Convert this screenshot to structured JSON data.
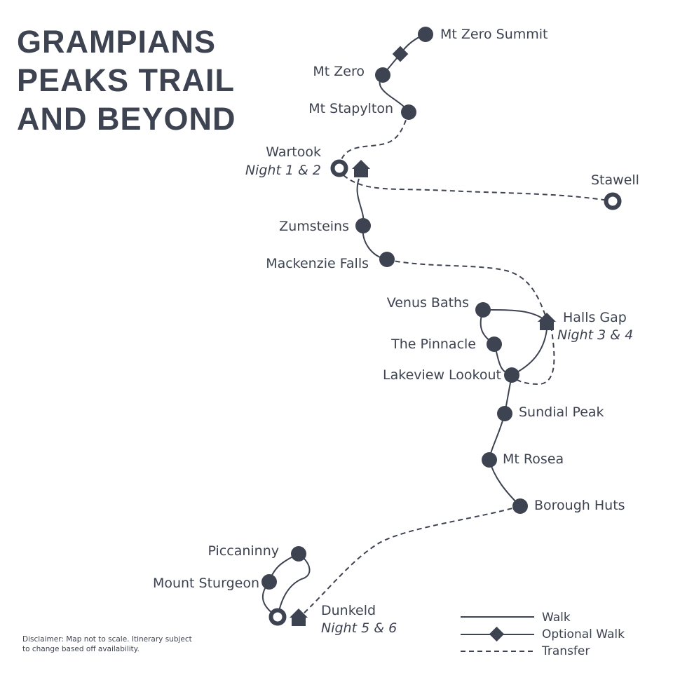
{
  "title": {
    "line1": "GRAMPIANS",
    "line2": "PEAKS TRAIL",
    "line3": "AND BEYOND"
  },
  "stops": {
    "mt_zero_summit": "Mt Zero Summit",
    "mt_zero": "Mt Zero",
    "mt_stapylton": "Mt Stapylton",
    "wartook": "Wartook",
    "wartook_night": "Night 1 & 2",
    "stawell": "Stawell",
    "zumsteins": "Zumsteins",
    "mackenzie_falls": "Mackenzie Falls",
    "venus_baths": "Venus Baths",
    "halls_gap": "Halls Gap",
    "halls_gap_night": "Night 3 & 4",
    "the_pinnacle": "The Pinnacle",
    "lakeview_lookout": "Lakeview Lookout",
    "sundial_peak": "Sundial Peak",
    "mt_rosea": "Mt Rosea",
    "borough_huts": "Borough Huts",
    "piccaninny": "Piccaninny",
    "mount_sturgeon": "Mount Sturgeon",
    "dunkeld": "Dunkeld",
    "dunkeld_night": "Night 5 & 6"
  },
  "legend": {
    "walk": "Walk",
    "optional_walk": "Optional Walk",
    "transfer": "Transfer"
  },
  "disclaimer": {
    "line1": "Disclaimer: Map not to scale. Itinerary subject",
    "line2": "to change based off availability."
  },
  "colors": {
    "ink": "#3d4350",
    "background": "#ffffff"
  }
}
